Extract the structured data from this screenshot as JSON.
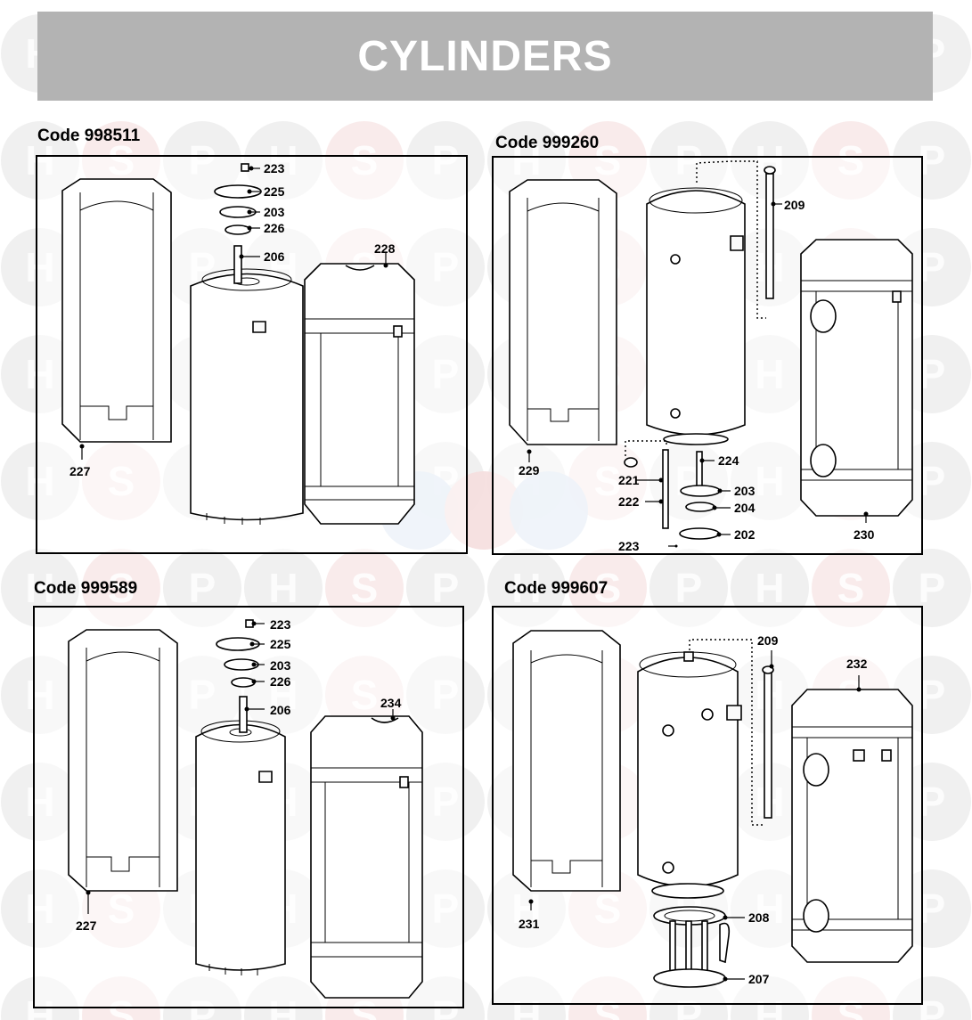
{
  "title": "CYLINDERS",
  "watermark": {
    "letters": [
      "H",
      "S",
      "P"
    ],
    "colors": {
      "gray": "#e6e6e6",
      "pink": "#f5dede",
      "blue": "#d9e4f2"
    }
  },
  "panels": [
    {
      "code": "Code 998511",
      "labels": [
        "223",
        "225",
        "203",
        "226",
        "206",
        "228",
        "227"
      ]
    },
    {
      "code": "Code 999260",
      "labels": [
        "209",
        "229",
        "224",
        "221",
        "203",
        "222",
        "204",
        "202",
        "223",
        "230"
      ]
    },
    {
      "code": "Code 999589",
      "labels": [
        "223",
        "225",
        "203",
        "226",
        "206",
        "234",
        "227"
      ]
    },
    {
      "code": "Code 999607",
      "labels": [
        "209",
        "232",
        "231",
        "208",
        "207"
      ]
    }
  ]
}
